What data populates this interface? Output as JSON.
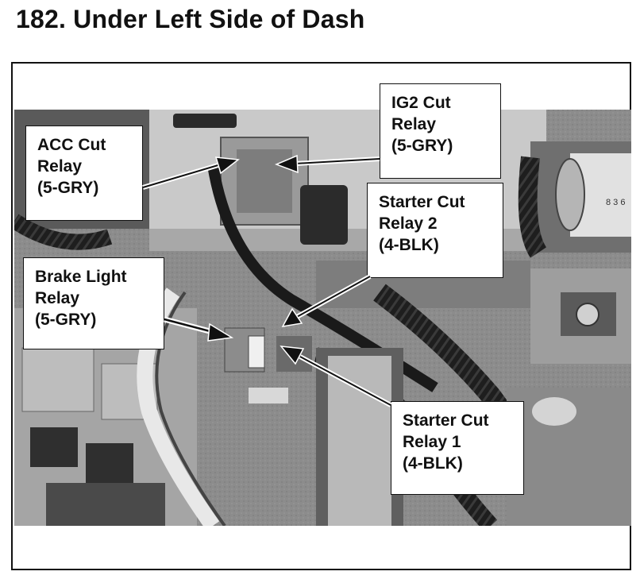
{
  "page": {
    "title": "182.  Under Left Side of Dash"
  },
  "callouts": {
    "acc_cut": {
      "lines": [
        "ACC Cut",
        "Relay",
        "(5-GRY)"
      ]
    },
    "ig2_cut": {
      "lines": [
        "IG2 Cut",
        "Relay",
        "(5-GRY)"
      ]
    },
    "starter_cut_2": {
      "lines": [
        "Starter Cut",
        "Relay 2",
        "(4-BLK)"
      ]
    },
    "brake_light": {
      "lines": [
        "Brake Light",
        "Relay",
        "(5-GRY)"
      ]
    },
    "starter_cut_1": {
      "lines": [
        "Starter Cut",
        "Relay 1",
        "(4-BLK)"
      ]
    }
  },
  "photo": {
    "meter_text": "8 3 6"
  }
}
